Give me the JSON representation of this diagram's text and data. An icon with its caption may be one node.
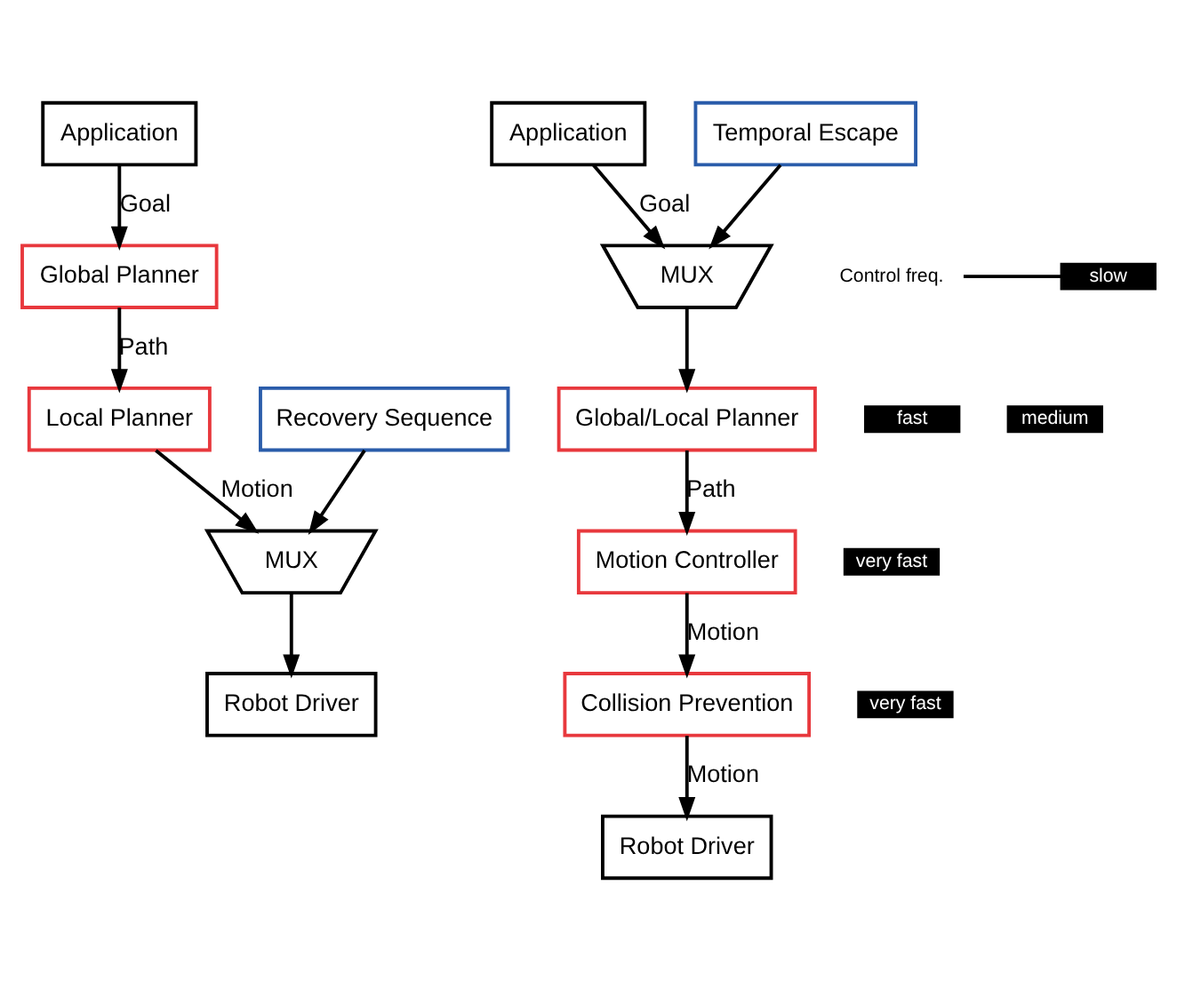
{
  "diagram": {
    "nodes": [
      {
        "text": [
          "Application"
        ]
      },
      {
        "text": [
          "Global Planner"
        ]
      },
      {
        "text": [
          "Local Planner"
        ]
      },
      {
        "text": [
          "Recovery Sequence"
        ]
      },
      {
        "text": [
          "MUX"
        ]
      },
      {
        "text": [
          "Robot Driver"
        ]
      },
      {
        "text": [
          "Application"
        ]
      },
      {
        "text": [
          "Temporal Escape"
        ]
      },
      {
        "text": [
          "MUX"
        ]
      },
      {
        "text": [
          "Global/Local Planner"
        ]
      },
      {
        "text": [
          "Motion Controller"
        ]
      },
      {
        "text": [
          "Collision Prevention"
        ]
      },
      {
        "text": [
          "Robot Driver"
        ]
      },
      {
        "text": [
          "Control freq."
        ]
      },
      {
        "text": [
          "slow"
        ]
      },
      {
        "text": [
          "fast"
        ]
      },
      {
        "text": [
          "medium"
        ]
      },
      {
        "text": [
          "very fast"
        ]
      },
      {
        "text": [
          "very fast"
        ]
      }
    ],
    "edges": [
      {
        "from": 0,
        "to": 1,
        "arrow": "to",
        "label": "Goal"
      },
      {
        "from": 1,
        "to": 2,
        "arrow": "to",
        "label": "Path"
      },
      {
        "from": 2,
        "to": 4,
        "arrow": "to",
        "label": "Motion"
      },
      {
        "from": 3,
        "to": 4,
        "arrow": "to"
      },
      {
        "from": 4,
        "to": 5,
        "arrow": "to"
      },
      {
        "from": 13,
        "to": 14,
        "arrow": "none"
      },
      {
        "from": 6,
        "to": 8,
        "arrow": "to",
        "label": "Goal"
      },
      {
        "from": 7,
        "to": 8,
        "arrow": "to"
      },
      {
        "from": 8,
        "to": 9,
        "arrow": "to"
      },
      {
        "from": 9,
        "to": 10,
        "arrow": "to",
        "label": "Path"
      },
      {
        "from": 10,
        "to": 11,
        "arrow": "to",
        "label": "Motion"
      },
      {
        "from": 11,
        "to": 12,
        "arrow": "to",
        "label": "Motion"
      }
    ]
  }
}
